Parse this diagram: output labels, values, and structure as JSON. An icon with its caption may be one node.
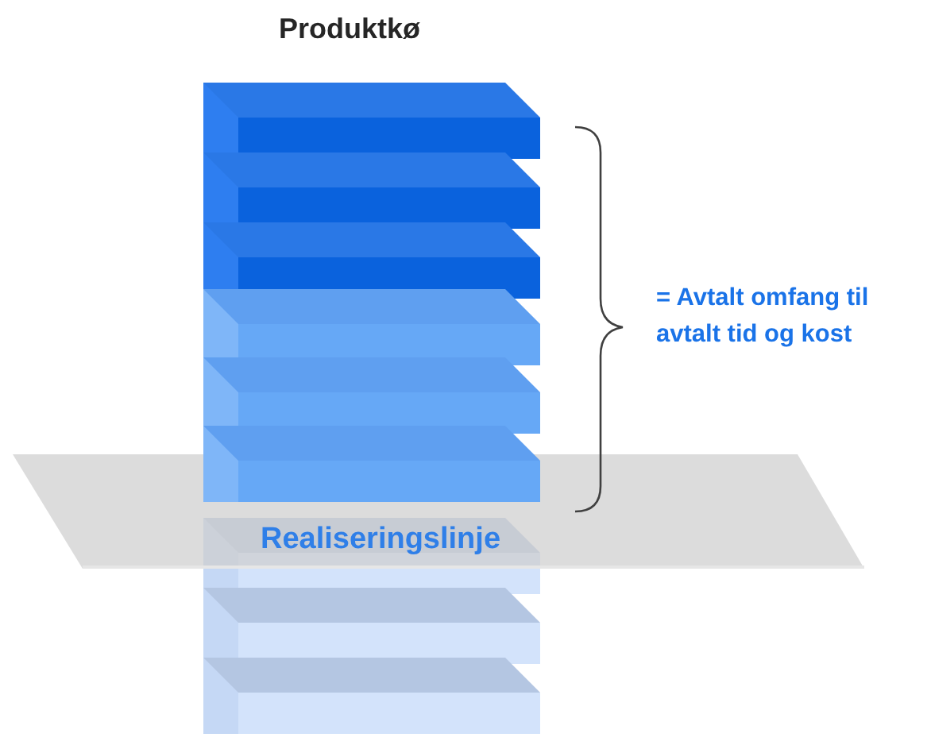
{
  "diagram": {
    "title": "Produktkø",
    "nodes": [
      {
        "text": [
          "Realiseringslinje"
        ]
      }
    ],
    "labels": [
      "= Avtalt omfang til avtalt tid og kost"
    ]
  }
}
